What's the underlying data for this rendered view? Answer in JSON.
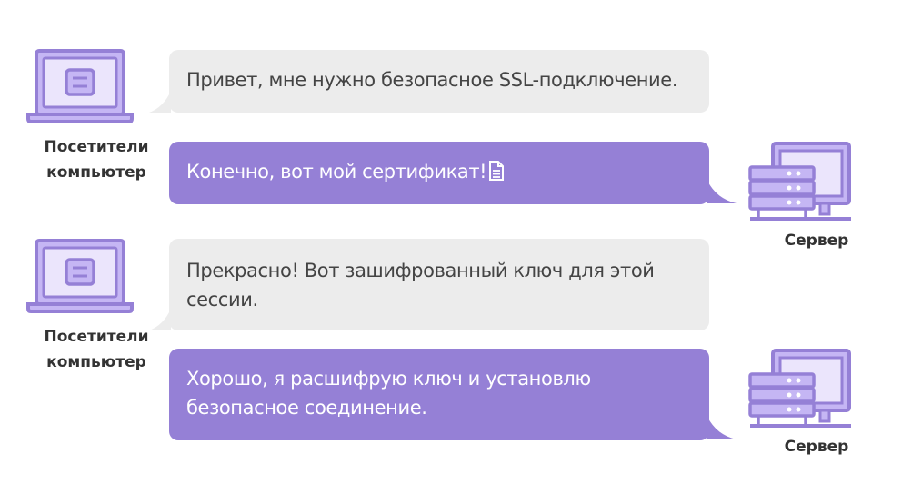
{
  "messages": [
    {
      "from": "visitor",
      "text": "Привет, мне нужно безопасное SSL-подключение."
    },
    {
      "from": "server",
      "text": "Конечно, вот мой сертификат!"
    },
    {
      "from": "visitor",
      "text": "Прекрасно! Вот зашифрованный ключ для этой сессии."
    },
    {
      "from": "server",
      "text": "Хорошо, я расшифрую ключ и установлю безопасное соединение."
    }
  ],
  "labels": {
    "visitor": "Посетители компьютер",
    "server": "Сервер"
  },
  "colors": {
    "visitor_bubble": "#ececec",
    "server_bubble": "#9580d6",
    "icon_fill": "#c5b6f4",
    "icon_stroke": "#9580d6"
  },
  "icons": {
    "visitor": "laptop-icon",
    "server": "server-icon",
    "attachment": "document-icon"
  }
}
